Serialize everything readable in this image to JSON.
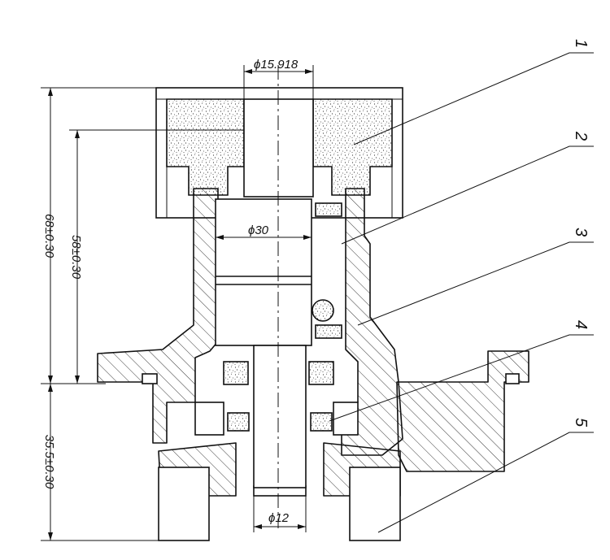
{
  "dimensions": {
    "shaft_diameter_top": "ϕ15.918",
    "bearing_diameter": "ϕ30",
    "shaft_diameter_bottom": "ϕ12",
    "total_height": "68±0.30",
    "flange_to_top": "58±0.30",
    "bottom_height": "35.5±0.30"
  },
  "part_numbers": [
    "1",
    "2",
    "3",
    "4",
    "5"
  ]
}
